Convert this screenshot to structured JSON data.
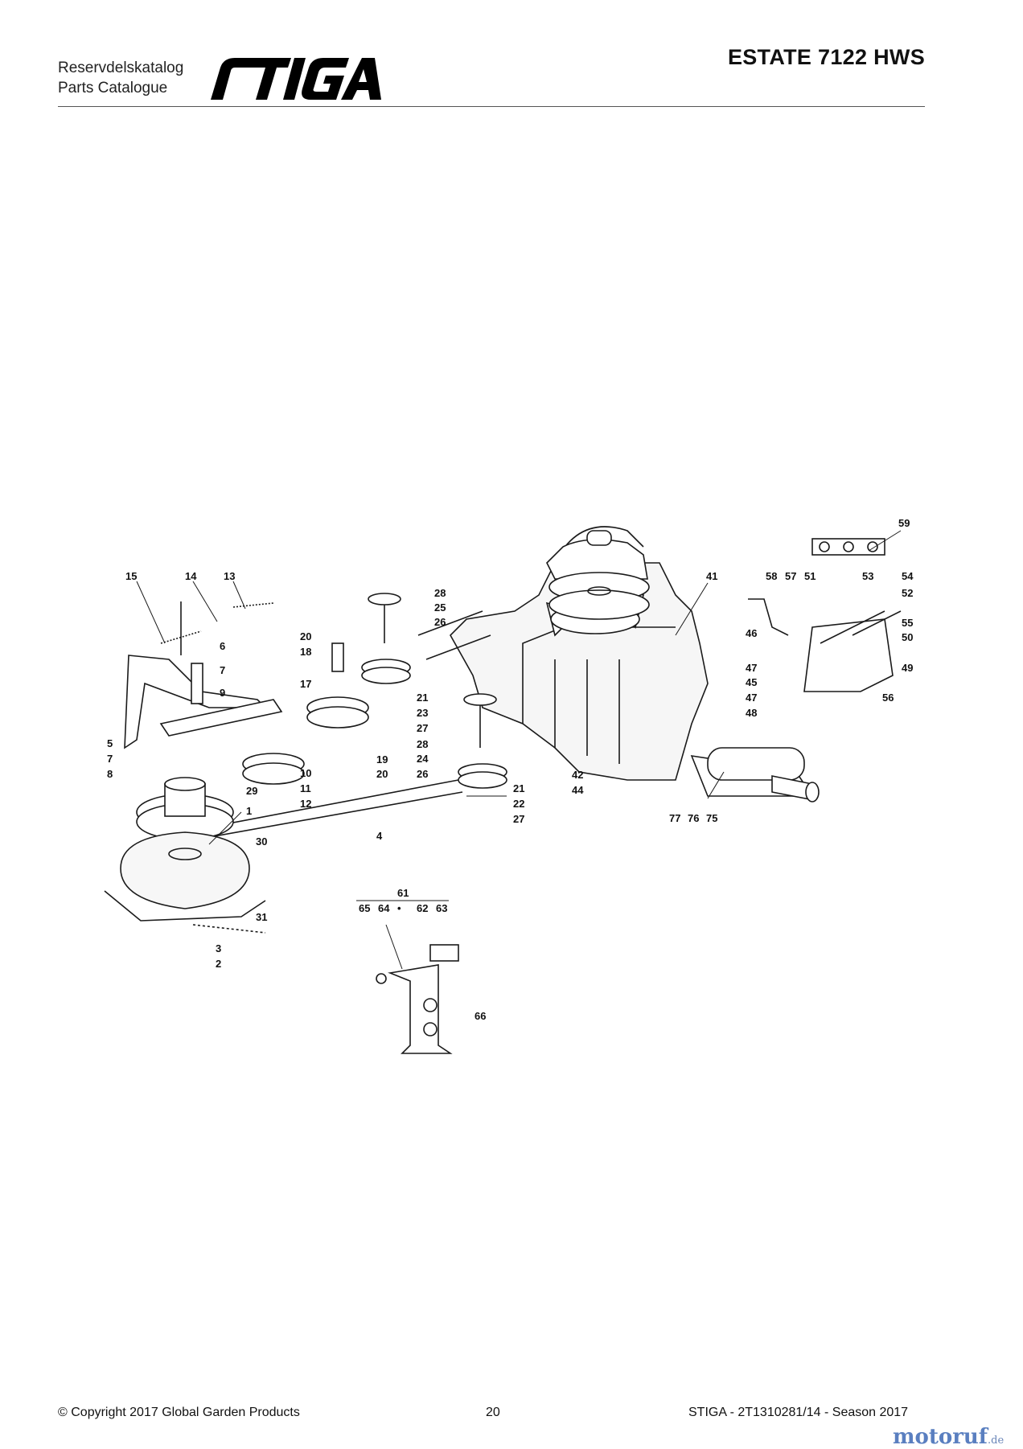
{
  "header": {
    "subtitle_line1": "Reservdelskatalog",
    "subtitle_line2": "Parts Catalogue",
    "model": "ESTATE 7122 HWS",
    "logo_text": "STIGA"
  },
  "diagram": {
    "callouts": [
      "1",
      "2",
      "3",
      "4",
      "5",
      "6",
      "7",
      "8",
      "9",
      "10",
      "11",
      "12",
      "13",
      "14",
      "15",
      "17",
      "18",
      "19",
      "20",
      "21",
      "22",
      "23",
      "24",
      "25",
      "26",
      "27",
      "28",
      "29",
      "30",
      "31",
      "41",
      "42",
      "44",
      "45",
      "46",
      "47",
      "48",
      "49",
      "50",
      "51",
      "52",
      "53",
      "54",
      "55",
      "56",
      "57",
      "58",
      "59",
      "61",
      "62",
      "63",
      "64",
      "65",
      "66",
      "75",
      "76",
      "77"
    ],
    "group_dot": "•"
  },
  "footer": {
    "copyright": "© Copyright 2017 Global Garden Products",
    "page_number": "20",
    "doc_ref": "STIGA - 2T1310281/14 - Season 2017",
    "watermark_main": "motoruf",
    "watermark_tld": ".de"
  }
}
